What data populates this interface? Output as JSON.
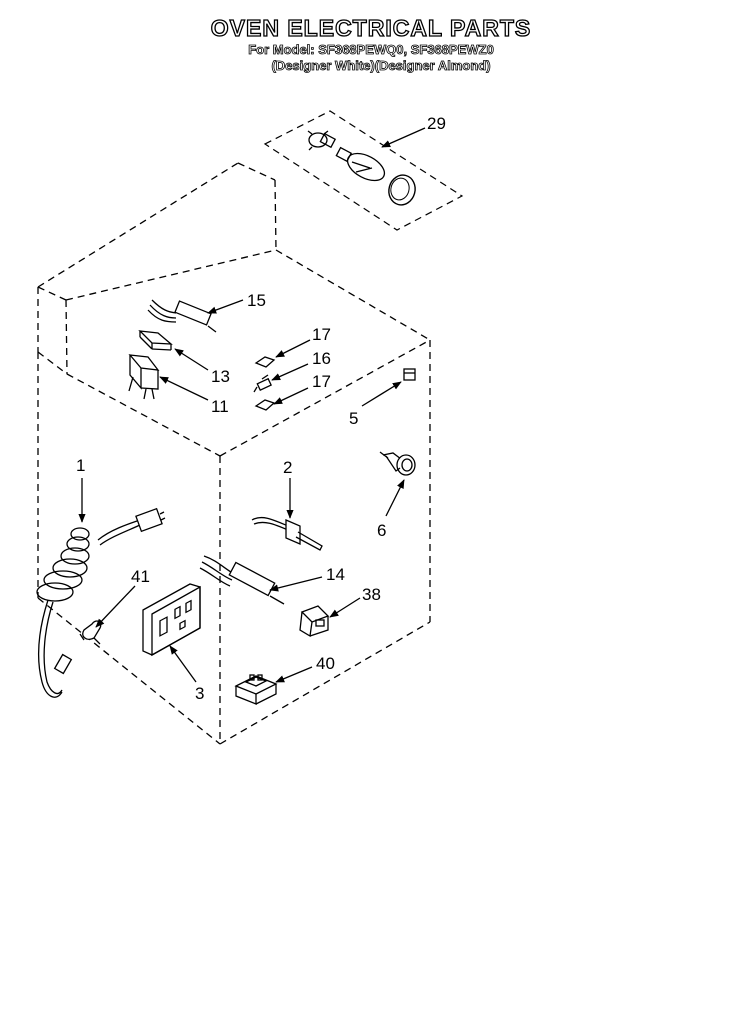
{
  "header": {
    "title": "OVEN ELECTRICAL PARTS",
    "model_line": "For Model: SF368PEWQ0, SF368PEWZ0",
    "color_line": "(Designer White)(Designer Almond)"
  },
  "callouts": {
    "p29": "29",
    "p15": "15",
    "p13": "13",
    "p11": "11",
    "p17a": "17",
    "p16": "16",
    "p17b": "17",
    "p5": "5",
    "p1": "1",
    "p2": "2",
    "p6": "6",
    "p41": "41",
    "p14": "14",
    "p38": "38",
    "p3": "3",
    "p40": "40"
  }
}
